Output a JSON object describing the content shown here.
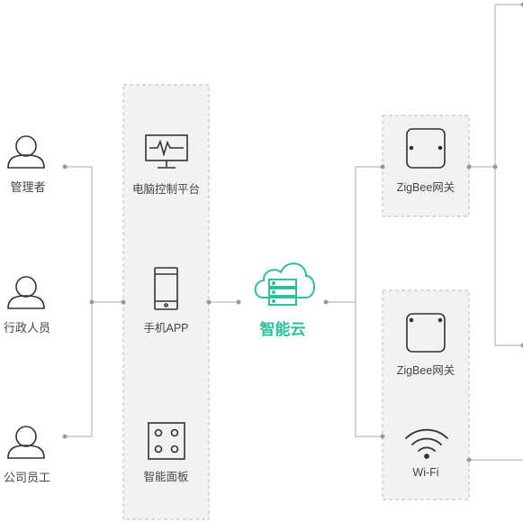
{
  "users": [
    {
      "label": "管理者",
      "icon": "person-icon"
    },
    {
      "label": "行政人员",
      "icon": "person-icon"
    },
    {
      "label": "公司员工",
      "icon": "person-icon"
    }
  ],
  "terminals": [
    {
      "label": "电脑控制平台",
      "icon": "monitor-icon"
    },
    {
      "label": "手机APP",
      "icon": "phone-icon"
    },
    {
      "label": "智能面板",
      "icon": "panel-icon"
    }
  ],
  "cloud": {
    "label": "智能云",
    "icon": "cloud-server-icon",
    "color": "#2bbf9d"
  },
  "gateways": [
    {
      "label": "ZigBee网关",
      "icon": "gateway-icon"
    },
    {
      "label": "ZigBee网关",
      "icon": "gateway-icon"
    },
    {
      "label": "Wi-Fi",
      "icon": "wifi-icon"
    }
  ],
  "colors": {
    "line": "#aaaaaa",
    "dot": "#999999",
    "box_fill": "#f2f2f2",
    "box_border": "#bdbdbd",
    "icon": "#333333",
    "accent": "#2bbf9d"
  }
}
